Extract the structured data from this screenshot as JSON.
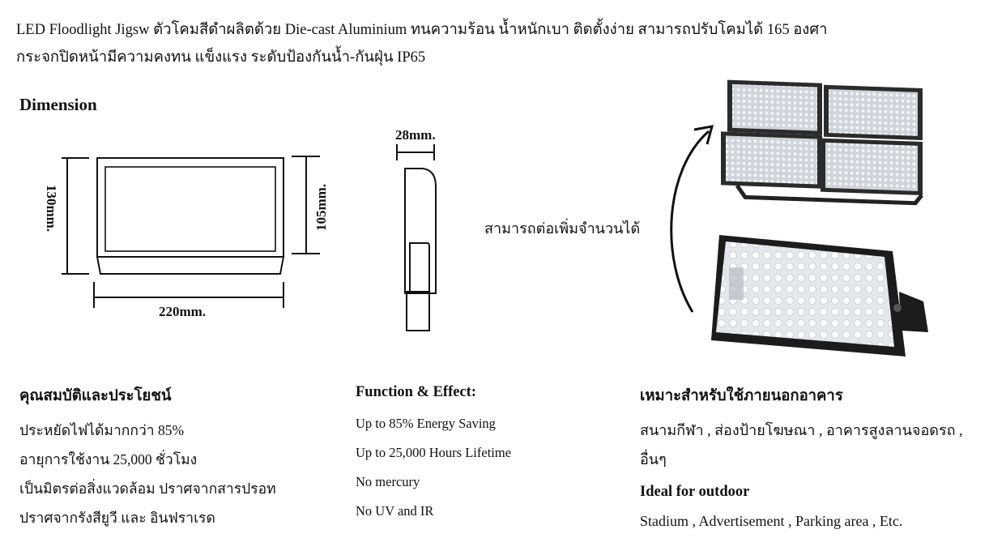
{
  "intro": {
    "line1": "LED Floodlight Jigsw ตัวโคมสีดำผลิตด้วย Die-cast Aluminium ทนความร้อน น้ำหนักเบา ติดตั้งง่าย สามารถปรับโคมได้ 165 องศา",
    "line2": "กระจกปิดหน้ามีความคงทน แข็งแรง ระดับป้องกันน้ำ-กันฝุ่น IP65"
  },
  "dimension": {
    "title": "Dimension",
    "height_label": "130mm.",
    "inner_height_label": "105mm.",
    "width_label": "220mm.",
    "depth_label": "28mm."
  },
  "products": {
    "expand_label": "สามารถต่อเพิ่มจำนวนได้"
  },
  "features_th": {
    "heading": "คุณสมบัติและประโยชน์",
    "items": [
      "ประหยัดไฟได้มากกว่า 85%",
      "อายุการใช้งาน 25,000 ชั่วโมง",
      "เป็นมิตรต่อสิ่งแวดล้อม ปราศจากสารปรอท",
      "ปราศจากรังสียูวี และ อินฟราเรด"
    ]
  },
  "features_en": {
    "heading": "Function & Effect:",
    "items": [
      "Up to 85% Energy Saving",
      "Up to 25,000 Hours Lifetime",
      "No mercury",
      "No UV and IR"
    ]
  },
  "usage": {
    "heading_th": "เหมาะสำหรับใช้ภายนอกอาคาร",
    "line_th_1": "สนามกีฬา , ส่องป้ายโฆษณา , อาคารสูงลานจอดรถ ,",
    "line_th_2": "อื่นๆ",
    "heading_en": "Ideal for outdoor",
    "line_en": "Stadium , Advertisement , Parking area , Etc."
  },
  "colors": {
    "text": "#111111",
    "housing": "#1c1c1c",
    "led_panel": "#d9dde2"
  }
}
